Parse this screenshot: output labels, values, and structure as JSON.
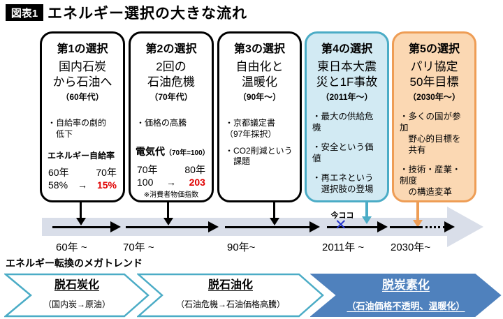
{
  "header": {
    "tag": "図表1",
    "title": "エネルギー選択の大きな流れ"
  },
  "boxes": [
    {
      "header": "第1の選択",
      "title": "国内石炭\nから石油へ",
      "period": "（60年代）",
      "bullets": [
        "・自給率の劇的\n　低下"
      ],
      "stat": {
        "label": "エネルギー自給率",
        "head_left": "60年",
        "head_right": "70年",
        "from": "58%",
        "arrow": "→",
        "to": "15%"
      }
    },
    {
      "header": "第2の選択",
      "title": "2回の\n石油危機",
      "period": "（70年代）",
      "bullets": [
        "・価格の高騰"
      ],
      "stat": {
        "label": "電気代",
        "label_note": "（70年=100）",
        "head_left": "70年",
        "head_right": "80年",
        "from": "100",
        "arrow": "→",
        "to": "203",
        "footnote": "※消費者物価指数"
      }
    },
    {
      "header": "第3の選択",
      "title": "自由化と\n温暖化",
      "period": "（90年～）",
      "bullets": [
        "・京都議定書\n（97年採択）",
        "・CO2削減という\n　課題"
      ]
    },
    {
      "header": "第4の選択",
      "title": "東日本大震\n災と1F事故",
      "period": "（2011年～）",
      "bullets": [
        "・最大の供給危機",
        "・安全という価値",
        "・再エネという\n　選択肢の登場"
      ]
    },
    {
      "header": "第5の選択",
      "title": "パリ協定\n50年目標",
      "period": "（2030年～）",
      "bullets": [
        "・多くの国が参加\n　野心的目標を\n　共有",
        "・技術・産業・制度\n　の構造変革"
      ]
    }
  ],
  "timeline": {
    "now_label": "今ココ",
    "now_marker": "✕",
    "labels": [
      "60年 ~",
      "70年 ~",
      "90年~",
      "2011年 ~",
      "2030年~"
    ]
  },
  "megatrend": {
    "title": "エネルギー転換のメガトレンド",
    "items": [
      {
        "label": "脱石炭化",
        "sub": "（国内炭→原油）"
      },
      {
        "label": "脱石油化",
        "sub": "（石油危機→石油価格高騰）"
      },
      {
        "label": "脱炭素化",
        "sub": "（石油価格不透明、温暖化）"
      }
    ]
  },
  "colors": {
    "teal": "#4bacc6",
    "teal_fill": "#d2eaf3",
    "orange": "#ee9d55",
    "orange_fill": "#fbd8b3",
    "blue": "#4f81bd",
    "band": "#d9dee9",
    "red": "#e00000",
    "marker_blue": "#2233cc"
  }
}
